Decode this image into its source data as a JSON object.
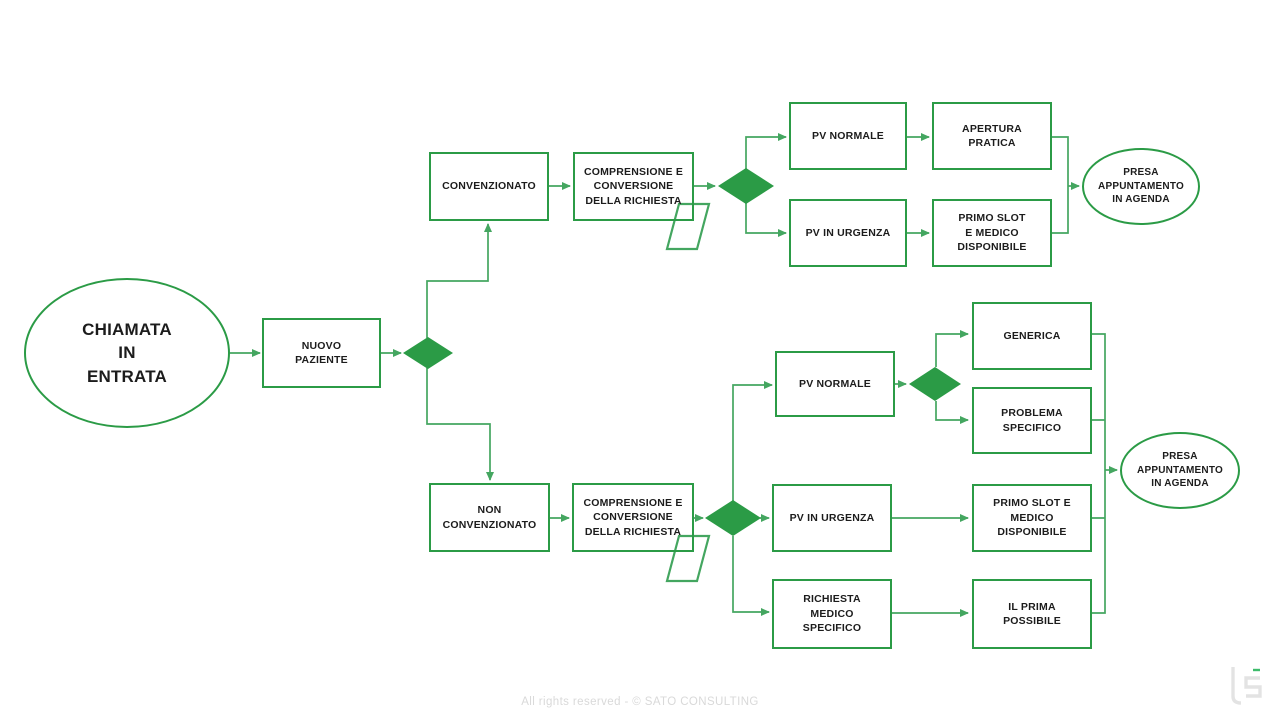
{
  "title": "Flowchart gestione chiamata in entrata",
  "colors": {
    "green_border": "#2B9B46",
    "green_connector": "#44A660",
    "text": "#1C1C1C",
    "footer_text": "#D9D9D9",
    "background": "#FFFFFF"
  },
  "nodes": {
    "chiamata": {
      "label": "CHIAMATA\nIN\nENTRATA",
      "shape": "ellipse"
    },
    "nuovo_paziente": {
      "label": "NUOVO\nPAZIENTE",
      "shape": "rect"
    },
    "convenzionato": {
      "label": "CONVENZIONATO",
      "shape": "rect"
    },
    "comprensione_top": {
      "label": "COMPRENSIONE E\nCONVERSIONE\nDELLA RICHIESTA",
      "shape": "rect"
    },
    "pv_normale_top": {
      "label": "PV NORMALE",
      "shape": "rect"
    },
    "apertura_pratica": {
      "label": "APERTURA\nPRATICA",
      "shape": "rect"
    },
    "pv_urgenza_top": {
      "label": "PV IN URGENZA",
      "shape": "rect"
    },
    "primo_slot_top": {
      "label": "PRIMO SLOT\nE MEDICO\nDISPONIBILE",
      "shape": "rect"
    },
    "presa_appuntamento_top": {
      "label": "PRESA\nAPPUNTAMENTO\nIN AGENDA",
      "shape": "ellipse"
    },
    "non_convenzionato": {
      "label": "NON\nCONVENZIONATO",
      "shape": "rect"
    },
    "comprensione_bottom": {
      "label": "COMPRENSIONE E\nCONVERSIONE\nDELLA RICHIESTA",
      "shape": "rect"
    },
    "pv_normale_bottom": {
      "label": "PV NORMALE",
      "shape": "rect"
    },
    "generica": {
      "label": "GENERICA",
      "shape": "rect"
    },
    "problema_specifico": {
      "label": "PROBLEMA\nSPECIFICO",
      "shape": "rect"
    },
    "pv_urgenza_bottom": {
      "label": "PV IN URGENZA",
      "shape": "rect"
    },
    "primo_slot_bottom": {
      "label": "PRIMO SLOT E\nMEDICO\nDISPONIBILE",
      "shape": "rect"
    },
    "richiesta_medico": {
      "label": "RICHIESTA\nMEDICO\nSPECIFICO",
      "shape": "rect"
    },
    "il_prima_possibile": {
      "label": "IL PRIMA\nPOSSIBILE",
      "shape": "rect"
    },
    "presa_appuntamento_bottom": {
      "label": "PRESA\nAPPUNTAMENTO\nIN AGENDA",
      "shape": "ellipse"
    }
  },
  "footer": {
    "text": "All rights reserved - © SATO CONSULTING"
  },
  "logo": {
    "text": "ts"
  }
}
